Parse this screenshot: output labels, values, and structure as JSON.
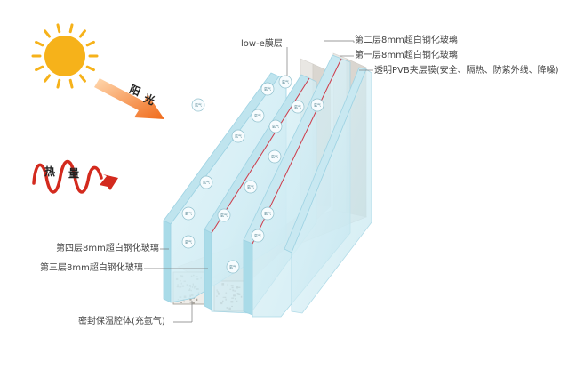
{
  "diagram": {
    "labels": {
      "low_e": "low-e膜层",
      "layer2": "第二层8mm超白钢化玻璃",
      "layer1": "第一层8mm超白钢化玻璃",
      "pvb": "透明PVB夹层膜(安全、隔热、防紫外线、降噪)",
      "layer4": "第四层8mm超白钢化玻璃",
      "layer3": "第三层8mm超白钢化玻璃",
      "cavity": "密封保温腔体(充氩气)"
    },
    "sunlight": {
      "char1": "阳",
      "char2": "光"
    },
    "heat": {
      "char1": "热",
      "char2": "量"
    },
    "bubble_text": "氩气",
    "colors": {
      "sun": "#F6B21A",
      "arrow": "#F06A1A",
      "heat_wave": "#D32A1E",
      "glass": "#CDEBF3",
      "glass_edge": "#9FD3E3",
      "frame": "#E4E2DE",
      "low_e_line": "#D23C4A"
    }
  }
}
